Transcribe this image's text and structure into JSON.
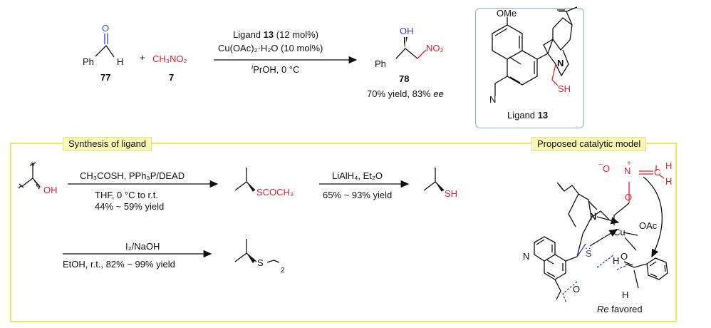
{
  "reaction": {
    "benzaldehyde": {
      "ph": "Ph",
      "h": "H",
      "o": "O",
      "number": "77"
    },
    "plus": "+",
    "nitromethane": {
      "text": "CH₃NO₂",
      "number": "7"
    },
    "conditions": {
      "ligand_prefix": "Ligand",
      "ligand_num": "13",
      "ligand_loading": "(12 mol%)",
      "copper": "Cu(OAc)₂·H₂O (10 mol%)",
      "solvent_sup": "i",
      "solvent": "PrOH, 0 °C"
    },
    "product": {
      "oh": "OH",
      "ph": "Ph",
      "no2": "NO₂",
      "number": "78",
      "yield": "70% yield, 83%",
      "ee": "ee"
    }
  },
  "ligand13": {
    "ome": "OMe",
    "n_quin": "N",
    "n_quinu": "N",
    "sh": "SH",
    "caption": "Ligand",
    "caption_num": "13"
  },
  "synthesis": {
    "tag": "Synthesis of ligand",
    "start_oh": "OH",
    "step1": {
      "reagents": "CH₃COSH, PPh₃P/DEAD",
      "conditions": "THF, 0 °C to r.t.",
      "yield": "44% ~ 59% yield"
    },
    "thioester": "SCOCH₃",
    "step2": {
      "reagents": "LiAlH₄, Et₂O",
      "yield": "65% ~ 93% yield"
    },
    "thiol": "SH",
    "step3": {
      "reagents": "I₂/NaOH",
      "conditions": "EtOH, r.t., 82% ~ 99% yield"
    },
    "disulfide_s": "S",
    "disulfide_sub": "2"
  },
  "model": {
    "tag": "Proposed catalytic model",
    "o_minus": "O",
    "minus": "−",
    "n_plus": "N",
    "plus": "+",
    "c": "C",
    "h1": "H",
    "h2": "H",
    "o_lower": "O",
    "n_amine": "N",
    "cu": "Cu",
    "oac": "OAc",
    "s": "S",
    "h_s": "H",
    "o_ald": "O",
    "h_ald": "H",
    "n_quin": "N",
    "o_me": "O",
    "re_italic": "Re",
    "favored": "favored"
  },
  "colors": {
    "heteroatom_red": "#e8202a",
    "heteroatom_blue": "#2b43c8",
    "frame_yellow": "#e6e86a",
    "tag_fill": "#f8f7b4",
    "box_border": "#8fb0be"
  }
}
